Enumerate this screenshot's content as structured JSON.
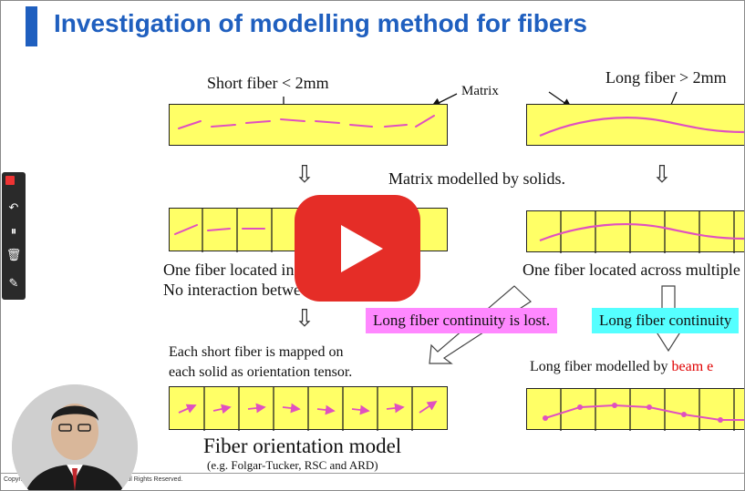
{
  "slide": {
    "title": "Investigation of modelling method for fibers",
    "short_fiber_label": "Short fiber < 2mm",
    "matrix_label": "Matrix",
    "long_fiber_label": "Long fiber > 2mm",
    "matrix_solids_label": "Matrix modelled by solids.",
    "one_fiber_left_1": "One fiber located in",
    "one_fiber_left_2": "No interaction betwe",
    "one_fiber_right": "One fiber located across multiple",
    "continuity_lost": "Long fiber continuity is lost.",
    "continuity_kept": "Long fiber continuity",
    "each_short_1": "Each short fiber is mapped on",
    "each_short_2": "each solid as orientation tensor.",
    "long_beam_prefix": "Long fiber modelled by",
    "long_beam_red": "beam e",
    "fiber_orientation_model": "Fiber orientation model",
    "fiber_orientation_eg": "(e.g. Folgar-Tucker, RSC and ARD)"
  },
  "footer": {
    "copyright_left": "Copyri",
    "copyright_right": "All Rights Reserved."
  },
  "toolbar": {
    "icons": [
      "record-icon",
      "undo-icon",
      "pause-icon",
      "trash-icon",
      "pen-icon"
    ],
    "undo_glyph": "↶",
    "pause_glyph": "⏸",
    "trash_glyph": "🗑",
    "pen_glyph": "✎"
  },
  "colors": {
    "title_blue": "#1f5fbf",
    "box_yellow": "#ffff66",
    "fiber_pink": "#e050c0",
    "tag_pink": "#ff88ff",
    "tag_cyan": "#55ffff",
    "youtube_red": "#e52d27"
  }
}
